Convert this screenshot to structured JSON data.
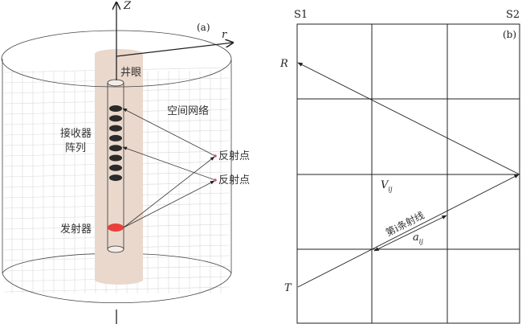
{
  "panel_a": {
    "tag": "(a)",
    "axis_z": "Z",
    "axis_r": "r",
    "borehole": "井眼",
    "grid": "空间网络",
    "receiver_line1": "接收器",
    "receiver_line2": "阵列",
    "reflector1": "反射点",
    "reflector2": "反射点",
    "emitter": "发射器",
    "receiver_count": 8,
    "colors": {
      "borehole": "#ead8cc",
      "emitter": "#e8403a",
      "receiver": "#2a2a2a"
    }
  },
  "panel_b": {
    "tag": "(b)",
    "s1": "S1",
    "s2": "S2",
    "r": "R",
    "t": "T",
    "v": "V",
    "v_sub": "ij",
    "ray_label": "第i条射线",
    "a": "a",
    "a_sub": "ij"
  }
}
